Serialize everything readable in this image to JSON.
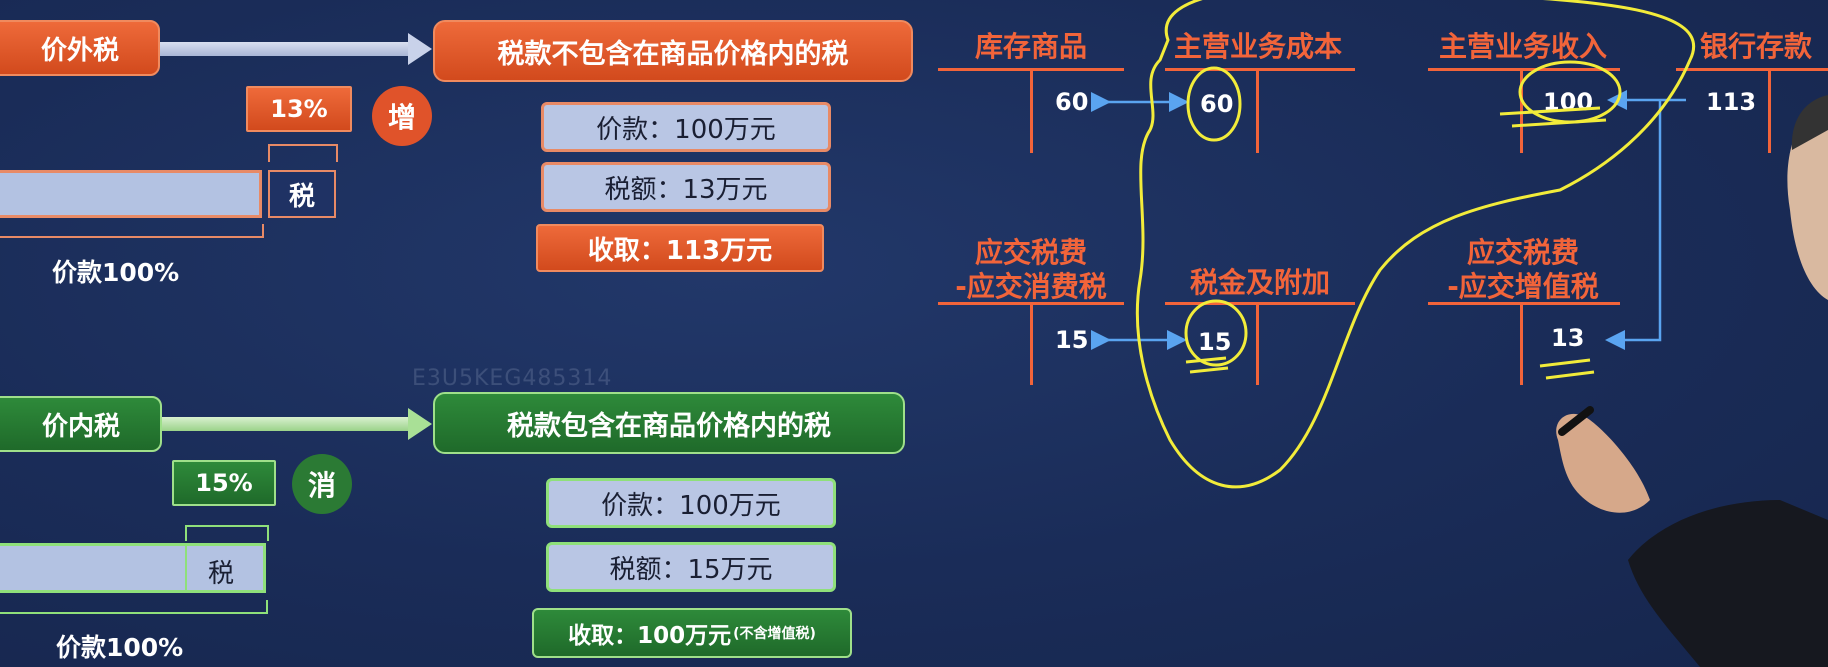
{
  "watermark": "E3U5KEG485314",
  "vat_section": {
    "tag": "价外税",
    "definition": "税款不包含在商品价格内的税",
    "rate": "13%",
    "badge": "增",
    "bar_tax_label": "税",
    "bar_price_label": "价款100%",
    "price_box": "价款：100万元",
    "tax_box": "税额：13万元",
    "total_box": "收取：113万元"
  },
  "consumption_section": {
    "tag": "价内税",
    "definition": "税款包含在商品价格内的税",
    "rate": "15%",
    "badge": "消",
    "bar_tax_label": "税",
    "bar_price_label": "价款100%",
    "price_box": "价款：100万元",
    "tax_box": "税额：15万元",
    "total_box_main": "收取：100万元",
    "total_box_note": "(不含增值税)"
  },
  "ledger": {
    "inventory": {
      "title": "库存商品",
      "value": "60"
    },
    "cost": {
      "title": "主营业务成本",
      "value": "60"
    },
    "revenue": {
      "title": "主营业务收入",
      "value": "100"
    },
    "bank": {
      "title": "银行存款",
      "value": "113"
    },
    "consumption_tax_payable": {
      "title_line1": "应交税费",
      "title_line2": "-应交消费税",
      "value": "15"
    },
    "taxes_surcharges": {
      "title": "税金及附加",
      "value": "15"
    },
    "vat_payable": {
      "title_line1": "应交税费",
      "title_line2": "-应交增值税",
      "value": "13"
    }
  },
  "colors": {
    "background": "#1a2c58",
    "accent_orange": "#f2643a",
    "accent_green": "#2e8a3a",
    "pen_yellow": "#f2ec3a",
    "arrow_blue": "#5aa4f0"
  }
}
